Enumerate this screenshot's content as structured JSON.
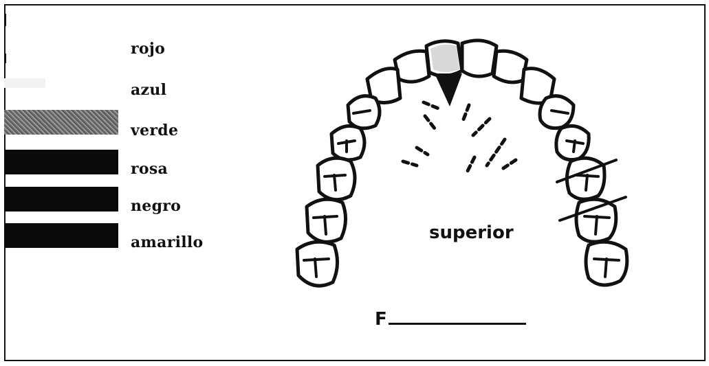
{
  "legend": {
    "items": [
      {
        "label": "rojo"
      },
      {
        "label": "azul"
      },
      {
        "label": "verde"
      },
      {
        "label": "rosa"
      },
      {
        "label": "negro"
      },
      {
        "label": "amarillo"
      }
    ]
  },
  "diagram": {
    "title": "superior",
    "signature_prefix": "F"
  }
}
